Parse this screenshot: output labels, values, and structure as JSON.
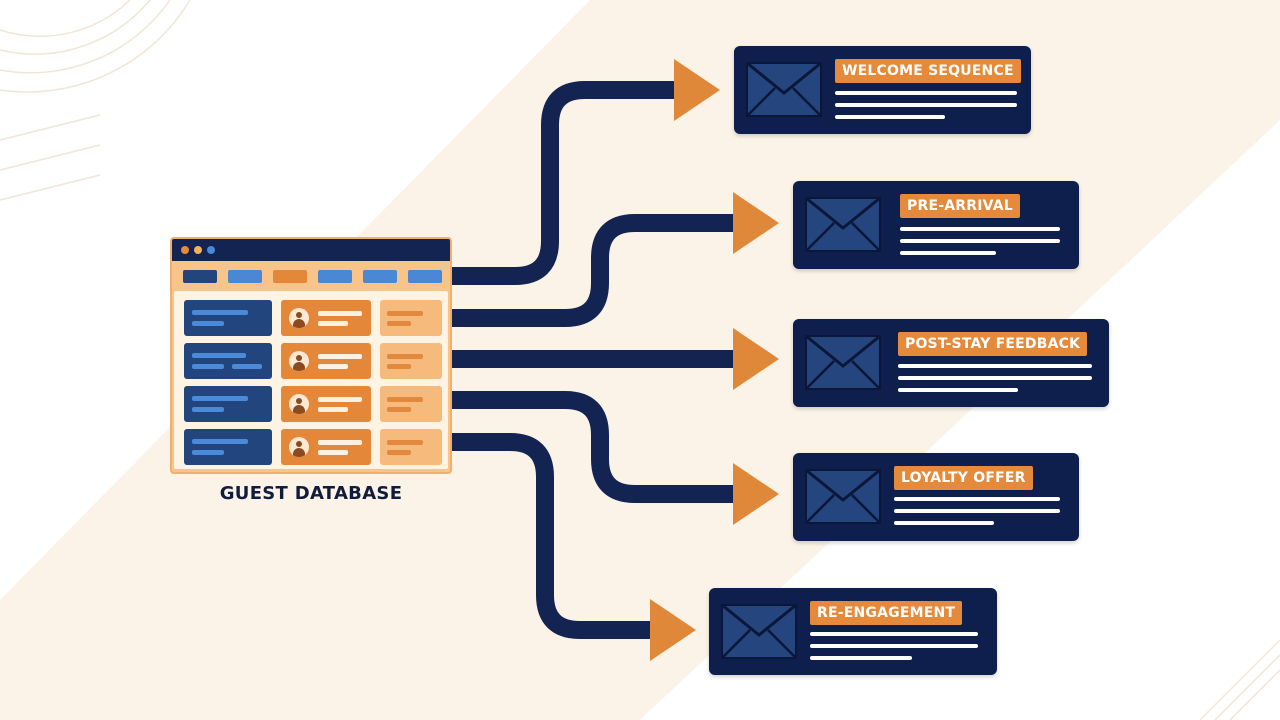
{
  "diagram": {
    "source": {
      "label": "GUEST DATABASE",
      "rows": 4,
      "header_cells": 6
    },
    "targets": [
      {
        "id": "welcome",
        "label": "WELCOME SEQUENCE"
      },
      {
        "id": "pre-arrival",
        "label": "PRE-ARRIVAL"
      },
      {
        "id": "post-stay",
        "label": "POST-STAY FEEDBACK"
      },
      {
        "id": "loyalty",
        "label": "LOYALTY OFFER"
      },
      {
        "id": "re-engagement",
        "label": "RE-ENGAGEMENT"
      }
    ],
    "edges": [
      {
        "from": "source",
        "to": "welcome"
      },
      {
        "from": "source",
        "to": "pre-arrival"
      },
      {
        "from": "source",
        "to": "post-stay"
      },
      {
        "from": "source",
        "to": "loyalty"
      },
      {
        "from": "source",
        "to": "re-engagement"
      }
    ]
  },
  "icons": {
    "card": "envelope-icon",
    "avatar": "user-avatar-icon"
  },
  "colors": {
    "navy": "#0e1f4d",
    "connector": "#142452",
    "orange": "#e58a3a",
    "arrow": "#e0883a",
    "light_orange": "#f8c48a",
    "blue": "#22457e",
    "background_stripe": "#fbf3e8"
  }
}
